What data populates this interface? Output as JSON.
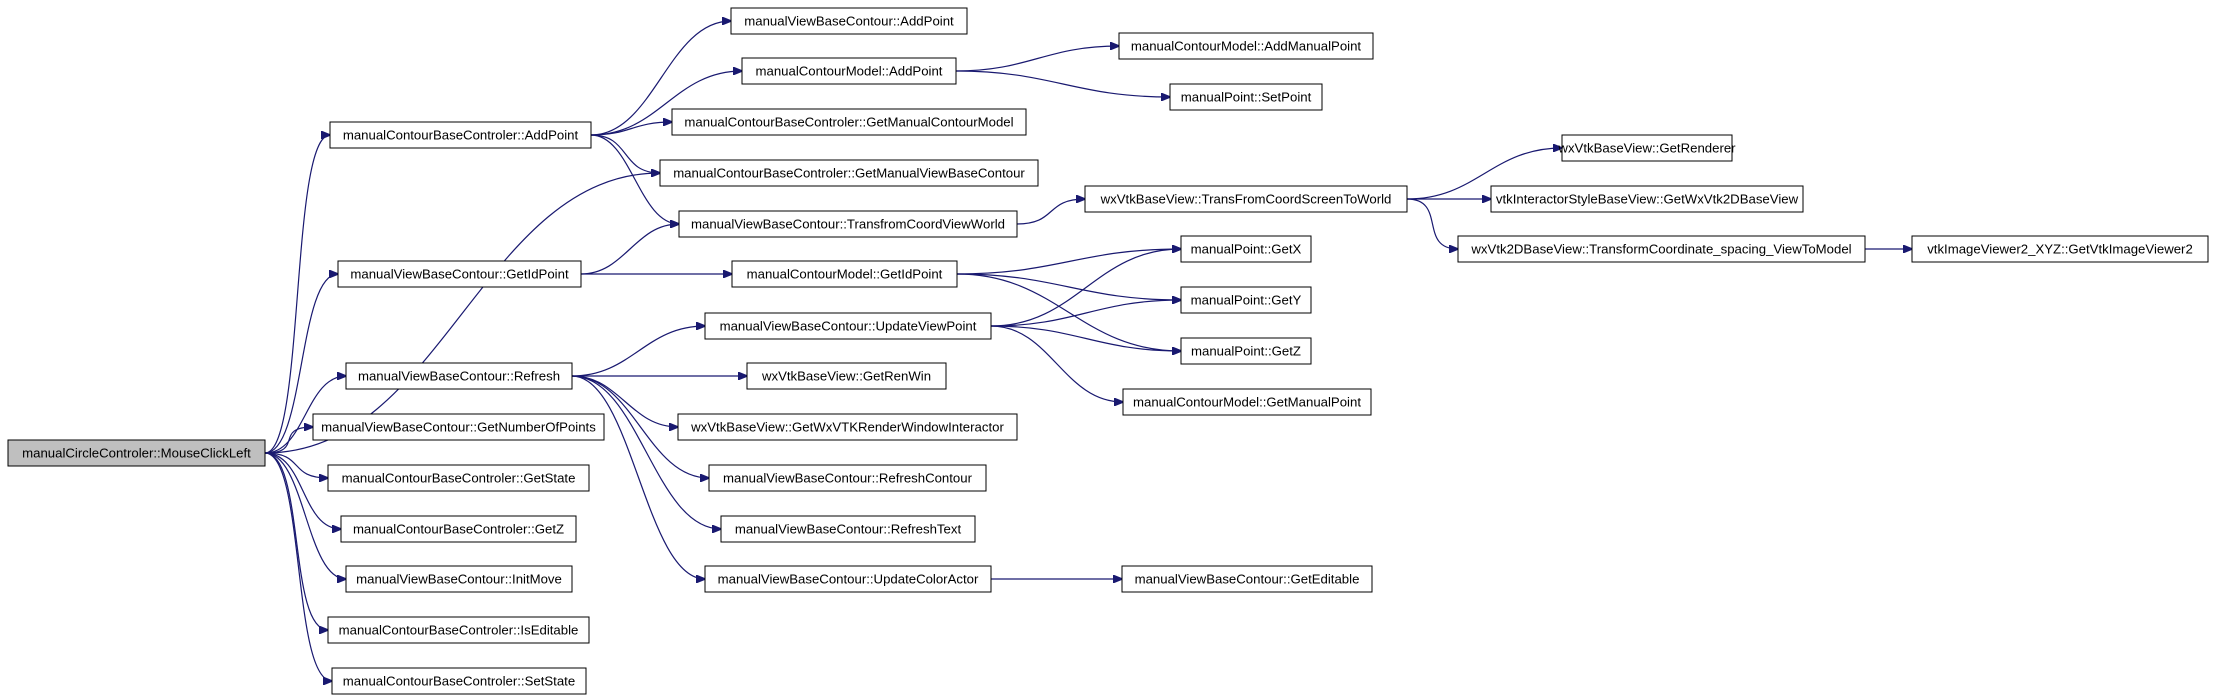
{
  "nodes": [
    {
      "id": "root",
      "label": "manualCircleControler::MouseClickLeft",
      "root": true
    },
    {
      "id": "cbc_addpoint",
      "label": "manualContourBaseControler::AddPoint"
    },
    {
      "id": "vbc_getidpoint",
      "label": "manualViewBaseContour::GetIdPoint"
    },
    {
      "id": "vbc_refresh",
      "label": "manualViewBaseContour::Refresh"
    },
    {
      "id": "vbc_getnumberofpoints",
      "label": "manualViewBaseContour::GetNumberOfPoints"
    },
    {
      "id": "cbc_getstate",
      "label": "manualContourBaseControler::GetState"
    },
    {
      "id": "cbc_getz",
      "label": "manualContourBaseControler::GetZ"
    },
    {
      "id": "vbc_initmove",
      "label": "manualViewBaseContour::InitMove"
    },
    {
      "id": "cbc_iseditable",
      "label": "manualContourBaseControler::IsEditable"
    },
    {
      "id": "cbc_setstate",
      "label": "manualContourBaseControler::SetState"
    },
    {
      "id": "vbc_addpoint",
      "label": "manualViewBaseContour::AddPoint"
    },
    {
      "id": "cm_addpoint",
      "label": "manualContourModel::AddPoint"
    },
    {
      "id": "cbc_getmanualcontourmodel",
      "label": "manualContourBaseControler::GetManualContourModel"
    },
    {
      "id": "cbc_getmanualviewbasecontour",
      "label": "manualContourBaseControler::GetManualViewBaseContour"
    },
    {
      "id": "vbc_transfromcoordviewworld",
      "label": "manualViewBaseContour::TransfromCoordViewWorld"
    },
    {
      "id": "cm_getidpoint",
      "label": "manualContourModel::GetIdPoint"
    },
    {
      "id": "vbc_updateviewpoint",
      "label": "manualViewBaseContour::UpdateViewPoint"
    },
    {
      "id": "wx_getrenwin",
      "label": "wxVtkBaseView::GetRenWin"
    },
    {
      "id": "wx_getwxvtkrenderwindowinteractor",
      "label": "wxVtkBaseView::GetWxVTKRenderWindowInteractor"
    },
    {
      "id": "vbc_refreshcontour",
      "label": "manualViewBaseContour::RefreshContour"
    },
    {
      "id": "vbc_refreshtext",
      "label": "manualViewBaseContour::RefreshText"
    },
    {
      "id": "vbc_updatecoloractor",
      "label": "manualViewBaseContour::UpdateColorActor"
    },
    {
      "id": "cm_addmanualpoint",
      "label": "manualContourModel::AddManualPoint"
    },
    {
      "id": "mp_setpoint",
      "label": "manualPoint::SetPoint"
    },
    {
      "id": "wx_transfromcoordscreentoworld",
      "label": "wxVtkBaseView::TransFromCoordScreenToWorld"
    },
    {
      "id": "mp_getx",
      "label": "manualPoint::GetX"
    },
    {
      "id": "mp_gety",
      "label": "manualPoint::GetY"
    },
    {
      "id": "mp_getz",
      "label": "manualPoint::GetZ"
    },
    {
      "id": "cm_getmanualpoint",
      "label": "manualContourModel::GetManualPoint"
    },
    {
      "id": "vbc_geteditable",
      "label": "manualViewBaseContour::GetEditable"
    },
    {
      "id": "wx_getrenderer",
      "label": "wxVtkBaseView::GetRenderer"
    },
    {
      "id": "isbv_getwxvtk2dbaseview",
      "label": "vtkInteractorStyleBaseView::GetWxVtk2DBaseView"
    },
    {
      "id": "wx2d_transformcoordinate",
      "label": "wxVtk2DBaseView::TransformCoordinate_spacing_ViewToModel"
    },
    {
      "id": "vtkiv_getvtkimageviewer2",
      "label": "vtkImageViewer2_XYZ::GetVtkImageViewer2"
    }
  ],
  "edges": [
    [
      "root",
      "cbc_addpoint"
    ],
    [
      "root",
      "cbc_getmanualviewbasecontour"
    ],
    [
      "root",
      "vbc_getidpoint"
    ],
    [
      "root",
      "vbc_refresh"
    ],
    [
      "root",
      "vbc_getnumberofpoints"
    ],
    [
      "root",
      "cbc_getstate"
    ],
    [
      "root",
      "cbc_getz"
    ],
    [
      "root",
      "vbc_initmove"
    ],
    [
      "root",
      "cbc_iseditable"
    ],
    [
      "root",
      "cbc_setstate"
    ],
    [
      "cbc_addpoint",
      "vbc_addpoint"
    ],
    [
      "cbc_addpoint",
      "cm_addpoint"
    ],
    [
      "cbc_addpoint",
      "cbc_getmanualcontourmodel"
    ],
    [
      "cbc_addpoint",
      "cbc_getmanualviewbasecontour"
    ],
    [
      "cbc_addpoint",
      "vbc_transfromcoordviewworld"
    ],
    [
      "vbc_getidpoint",
      "vbc_transfromcoordviewworld"
    ],
    [
      "vbc_getidpoint",
      "cm_getidpoint"
    ],
    [
      "vbc_refresh",
      "vbc_updateviewpoint"
    ],
    [
      "vbc_refresh",
      "wx_getrenwin"
    ],
    [
      "vbc_refresh",
      "wx_getwxvtkrenderwindowinteractor"
    ],
    [
      "vbc_refresh",
      "vbc_refreshcontour"
    ],
    [
      "vbc_refresh",
      "vbc_refreshtext"
    ],
    [
      "vbc_refresh",
      "vbc_updatecoloractor"
    ],
    [
      "cm_addpoint",
      "cm_addmanualpoint"
    ],
    [
      "cm_addpoint",
      "mp_setpoint"
    ],
    [
      "vbc_transfromcoordviewworld",
      "wx_transfromcoordscreentoworld"
    ],
    [
      "cm_getidpoint",
      "mp_getx"
    ],
    [
      "cm_getidpoint",
      "mp_gety"
    ],
    [
      "cm_getidpoint",
      "mp_getz"
    ],
    [
      "vbc_updateviewpoint",
      "mp_getx"
    ],
    [
      "vbc_updateviewpoint",
      "mp_gety"
    ],
    [
      "vbc_updateviewpoint",
      "mp_getz"
    ],
    [
      "vbc_updateviewpoint",
      "cm_getmanualpoint"
    ],
    [
      "vbc_updatecoloractor",
      "vbc_geteditable"
    ],
    [
      "wx_transfromcoordscreentoworld",
      "wx_getrenderer"
    ],
    [
      "wx_transfromcoordscreentoworld",
      "isbv_getwxvtk2dbaseview"
    ],
    [
      "wx_transfromcoordscreentoworld",
      "wx2d_transformcoordinate"
    ],
    [
      "wx2d_transformcoordinate",
      "vtkiv_getvtkimageviewer2"
    ]
  ]
}
